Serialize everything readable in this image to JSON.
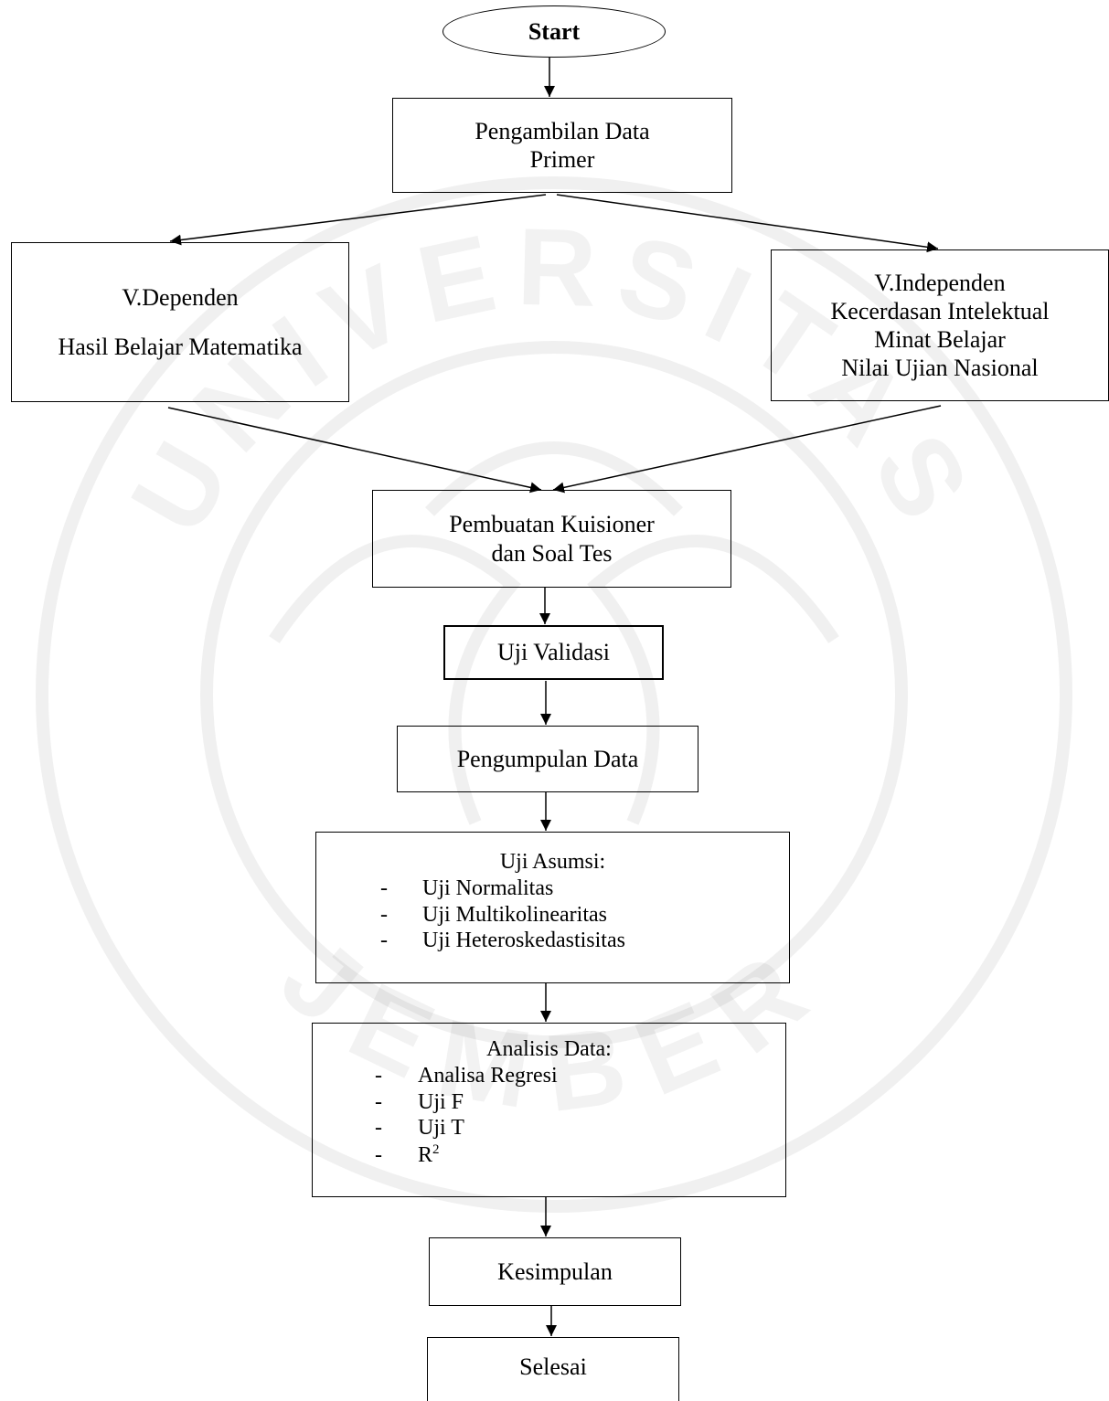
{
  "flowchart": {
    "start": "Start",
    "pengambilan": [
      "Pengambilan Data",
      "Primer"
    ],
    "dependen": {
      "title": "V.Dependen",
      "items": [
        "Hasil Belajar Matematika"
      ]
    },
    "independen": {
      "title": "V.Independen",
      "items": [
        "Kecerdasan Intelektual",
        "Minat Belajar",
        "Nilai Ujian Nasional"
      ]
    },
    "pembuatan": [
      "Pembuatan Kuisioner",
      "dan Soal Tes"
    ],
    "uji_validasi": "Uji Validasi",
    "pengumpulan": "Pengumpulan Data",
    "uji_asumsi": {
      "title": "Uji Asumsi:",
      "bullet": "-",
      "items": [
        "Uji Normalitas",
        "Uji Multikolinearitas",
        "Uji Heteroskedastisitas"
      ]
    },
    "analisis": {
      "title": "Analisis Data:",
      "bullet": "-",
      "items": [
        "Analisa Regresi",
        "Uji F",
        "Uji T",
        "R"
      ],
      "r_superscript": "2"
    },
    "kesimpulan": "Kesimpulan",
    "selesai": "Selesai"
  },
  "watermark": {
    "text": "UNIVERSITAS JEMBER",
    "color": "#d9d9d9"
  }
}
